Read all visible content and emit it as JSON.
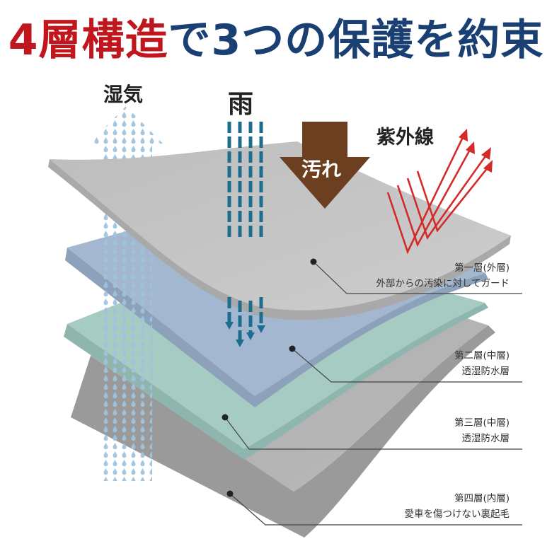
{
  "title": {
    "part1": "4層構造",
    "part2": "で3つの保護を約束"
  },
  "inputs": {
    "moisture": "湿気",
    "rain": "雨",
    "dirt": "汚れ",
    "uv": "紫外線"
  },
  "layers": [
    {
      "name": "第一層(外層)",
      "desc": "外部からの汚染に対してガード"
    },
    {
      "name": "第二層(中層)",
      "desc": "透湿防水層"
    },
    {
      "name": "第三層(中層)",
      "desc": "透湿防水層"
    },
    {
      "name": "第四層(内層)",
      "desc": "愛車を傷つけない裏起毛"
    }
  ],
  "colors": {
    "title_red": "#c0171e",
    "title_blue": "#1a3f73",
    "layer1": "#c4c4c4",
    "layer2": "#a3b8d0",
    "layer3": "#a6cbc3",
    "layer4": "#b0b0b0",
    "rain": "#1d6e8e",
    "moisture": "#9fc3dd",
    "dirt": "#6b3f1f",
    "uv": "#d42a2a"
  },
  "icons": [
    "moisture-drops-arrow-icon",
    "rain-arrows-icon",
    "dirt-arrow-icon",
    "uv-arrows-icon"
  ]
}
